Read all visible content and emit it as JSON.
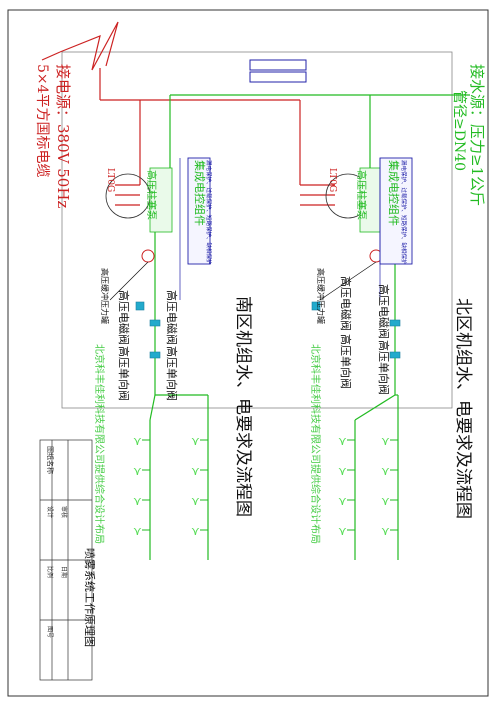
{
  "colors": {
    "power": "#cc2222",
    "water": "#22bb22",
    "signal": "#2222aa",
    "frame": "#555555",
    "text": "#111111",
    "pipe_label": "#44cc44",
    "valve": "#22aacc"
  },
  "power_source": {
    "title": "接电源：380V 50Hz",
    "cable": "5×4平方国标电缆"
  },
  "water_source": {
    "title": "接水源：压力≥1公斤",
    "pipe": "管径≥DN40"
  },
  "north_zone": {
    "title": "北区机组水、电要求及流程图",
    "pump_label": "高压柱塞泵",
    "motor_label": "LT0G",
    "controller_label": "集成电控组件",
    "controller_sub": "漏电保护、过载保护、短路保护、缺相保护",
    "solenoid": "高压电磁阀",
    "check_valve": "高压单向阀",
    "pressure_tank": "高压缓冲压力罐",
    "company_note": "北京科丰佳利科技有限公司提供综合设计布局"
  },
  "south_zone": {
    "title": "南区机组水、电要求及流程图",
    "pump_label": "高压柱塞泵",
    "motor_label": "LT0G",
    "controller_label": "集成电控组件",
    "controller_sub": "漏电保护、过载保护、短路保护、缺相保护",
    "solenoid": "高压电磁阀",
    "check_valve": "高压单向阀",
    "pressure_tank": "高压缓冲压力罐",
    "company_note": "北京科丰佳利科技有限公司提供综合设计布局"
  },
  "title_block": {
    "title": "喷雾系统工作原理图",
    "drawing_name_label": "图纸名称",
    "design_label": "设计",
    "check_label": "审核",
    "date_label": "日期",
    "scale_label": "比例",
    "sheet_label": "图号"
  }
}
